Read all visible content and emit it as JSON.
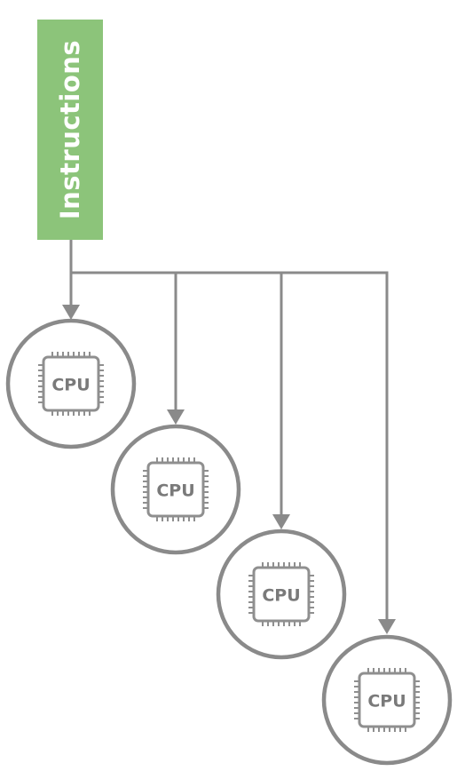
{
  "diagram": {
    "source_label": "Instructions",
    "processors": [
      {
        "label": "CPU"
      },
      {
        "label": "CPU"
      },
      {
        "label": "CPU"
      },
      {
        "label": "CPU"
      }
    ]
  },
  "colors": {
    "source_box": "#8cc47a",
    "lines": "#8a8a8a",
    "chip": "#8f8f8f"
  }
}
